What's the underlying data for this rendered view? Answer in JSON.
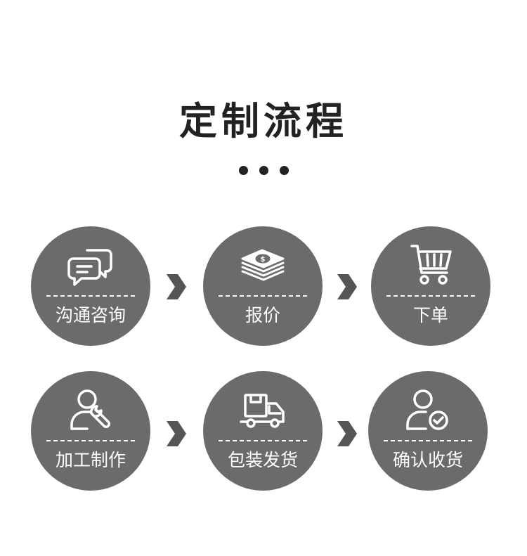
{
  "title": "定制流程",
  "colors": {
    "circle": "#6b6b6b",
    "text": "#222222",
    "arrow": "#555555"
  },
  "steps": [
    {
      "label": "沟通咨询",
      "icon": "chat-bubbles-icon"
    },
    {
      "label": "报价",
      "icon": "money-stack-icon"
    },
    {
      "label": "下单",
      "icon": "shopping-cart-icon"
    },
    {
      "label": "加工制作",
      "icon": "worker-wrench-icon"
    },
    {
      "label": "包装发货",
      "icon": "delivery-truck-icon"
    },
    {
      "label": "确认收货",
      "icon": "user-check-icon"
    }
  ]
}
